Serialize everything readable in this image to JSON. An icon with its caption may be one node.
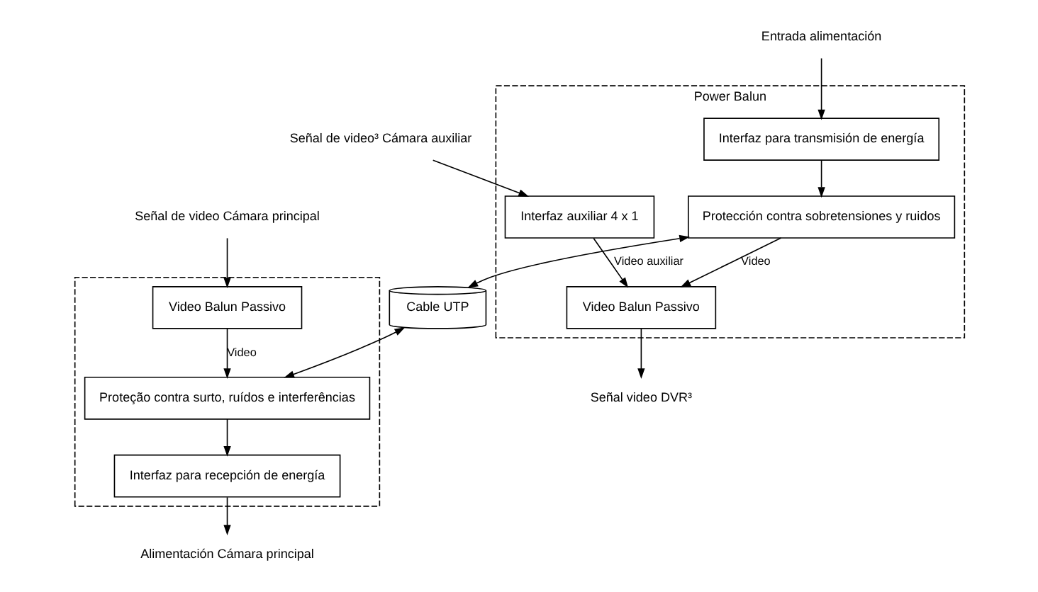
{
  "diagram": {
    "nodes": [
      {
        "text": [
          "Power Balun"
        ]
      },
      {
        "text": [
          "Interfaz para transmisión de energía"
        ],
        "in": 0
      },
      {
        "text": [
          "Protección contra sobretensiones y ruidos"
        ],
        "in": 0
      },
      {
        "text": [
          "Video Balun Passivo"
        ],
        "in": 0
      },
      {
        "text": [
          "Interfaz auxiliar 4 x 1"
        ],
        "in": 0
      },
      {
        "text": [],
        "shape": "box"
      },
      {
        "text": [
          "Interfaz para recepción de energía"
        ],
        "in": 5
      },
      {
        "text": [
          "Proteção contra surto, ruídos e interferências"
        ],
        "in": 5
      },
      {
        "text": [
          "Video Balun Passivo"
        ],
        "in": 5
      },
      {
        "text": [
          "Cable UTP"
        ]
      },
      {
        "text": [
          "Entrada alimentación"
        ]
      },
      {
        "text": [
          "Alimentación Cámara principal"
        ]
      },
      {
        "text": [
          "Señal video DVR³"
        ]
      },
      {
        "text": [
          "Señal de video Cámara principal"
        ]
      },
      {
        "text": [
          "Señal de video³ Cámara auxiliar"
        ]
      }
    ],
    "edges": [
      {
        "from": 10,
        "to": 1,
        "arrow": "to"
      },
      {
        "from": 1,
        "to": 2,
        "arrow": "to"
      },
      {
        "from": 2,
        "to": 3,
        "arrow": "to",
        "label": "Video"
      },
      {
        "from": 4,
        "to": 3,
        "arrow": "to",
        "label": "Video auxiliar"
      },
      {
        "from": 3,
        "to": 12,
        "arrow": "to"
      },
      {
        "from": 14,
        "to": 4,
        "arrow": "to"
      },
      {
        "from": 2,
        "to": 9,
        "arrow": "both"
      },
      {
        "from": 9,
        "to": 7,
        "arrow": "both"
      },
      {
        "from": 8,
        "to": 7,
        "arrow": "to",
        "label": "Video"
      },
      {
        "from": 7,
        "to": 6,
        "arrow": "to"
      },
      {
        "from": 6,
        "to": 11,
        "arrow": "to"
      },
      {
        "from": 13,
        "to": 8,
        "arrow": "to"
      }
    ]
  }
}
